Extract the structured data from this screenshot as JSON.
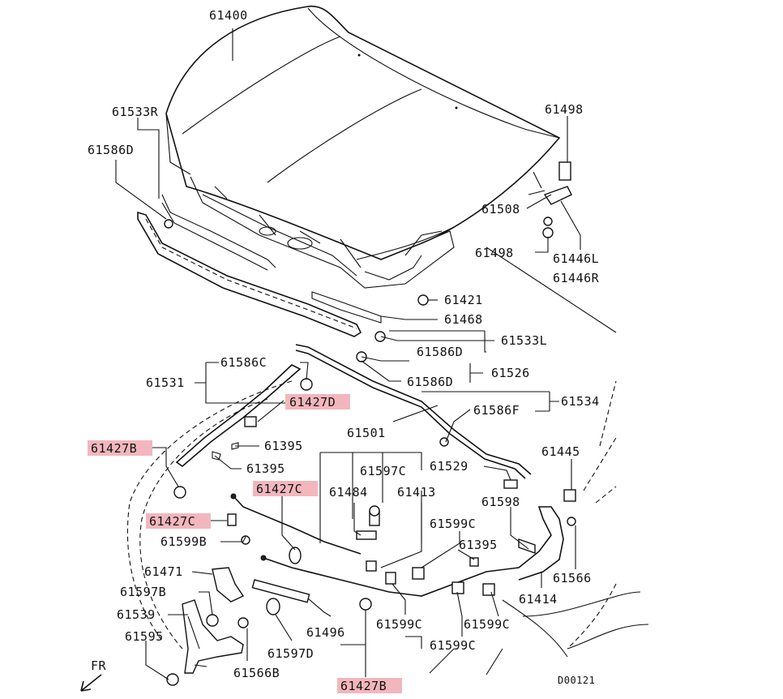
{
  "diagram": {
    "code": "D00121",
    "direction": "FR",
    "labels": [
      {
        "id": "p61400",
        "text": "61400",
        "highlight": false
      },
      {
        "id": "p61533R",
        "text": "61533R",
        "highlight": false
      },
      {
        "id": "p61586D_top",
        "text": "61586D",
        "highlight": false
      },
      {
        "id": "p61498_top",
        "text": "61498",
        "highlight": false
      },
      {
        "id": "p61508",
        "text": "61508",
        "highlight": false
      },
      {
        "id": "p61498_mid",
        "text": "61498",
        "highlight": false
      },
      {
        "id": "p61446L",
        "text": "61446L",
        "highlight": false
      },
      {
        "id": "p61446R",
        "text": "61446R",
        "highlight": false
      },
      {
        "id": "p61421",
        "text": "61421",
        "highlight": false
      },
      {
        "id": "p61468",
        "text": "61468",
        "highlight": false
      },
      {
        "id": "p61533L",
        "text": "61533L",
        "highlight": false
      },
      {
        "id": "p61586D_mid",
        "text": "61586D",
        "highlight": false
      },
      {
        "id": "p61586D_low",
        "text": "61586D",
        "highlight": false
      },
      {
        "id": "p61526",
        "text": "61526",
        "highlight": false
      },
      {
        "id": "p61586C",
        "text": "61586C",
        "highlight": false
      },
      {
        "id": "p61531",
        "text": "61531",
        "highlight": false
      },
      {
        "id": "p61427D",
        "text": "61427D",
        "highlight": true
      },
      {
        "id": "p61534",
        "text": "61534",
        "highlight": false
      },
      {
        "id": "p61586F",
        "text": "61586F",
        "highlight": false
      },
      {
        "id": "p61427B_left",
        "text": "61427B",
        "highlight": true
      },
      {
        "id": "p61395_a",
        "text": "61395",
        "highlight": false
      },
      {
        "id": "p61395_b",
        "text": "61395",
        "highlight": false
      },
      {
        "id": "p61501",
        "text": "61501",
        "highlight": false
      },
      {
        "id": "p61597C",
        "text": "61597C",
        "highlight": false
      },
      {
        "id": "p61529",
        "text": "61529",
        "highlight": false
      },
      {
        "id": "p61445",
        "text": "61445",
        "highlight": false
      },
      {
        "id": "p61427C_mid",
        "text": "61427C",
        "highlight": true
      },
      {
        "id": "p61484",
        "text": "61484",
        "highlight": false
      },
      {
        "id": "p61413",
        "text": "61413",
        "highlight": false
      },
      {
        "id": "p61598",
        "text": "61598",
        "highlight": false
      },
      {
        "id": "p61427C_left",
        "text": "61427C",
        "highlight": true
      },
      {
        "id": "p61599C_a",
        "text": "61599C",
        "highlight": false
      },
      {
        "id": "p61599B",
        "text": "61599B",
        "highlight": false
      },
      {
        "id": "p61395_c",
        "text": "61395",
        "highlight": false
      },
      {
        "id": "p61566",
        "text": "61566",
        "highlight": false
      },
      {
        "id": "p61471",
        "text": "61471",
        "highlight": false
      },
      {
        "id": "p61597B",
        "text": "61597B",
        "highlight": false
      },
      {
        "id": "p61414",
        "text": "61414",
        "highlight": false
      },
      {
        "id": "p61539",
        "text": "61539",
        "highlight": false
      },
      {
        "id": "p61496",
        "text": "61496",
        "highlight": false
      },
      {
        "id": "p61599C_b",
        "text": "61599C",
        "highlight": false
      },
      {
        "id": "p61599C_c",
        "text": "61599C",
        "highlight": false
      },
      {
        "id": "p61595",
        "text": "61595",
        "highlight": false
      },
      {
        "id": "p61597D",
        "text": "61597D",
        "highlight": false
      },
      {
        "id": "p61599C_d",
        "text": "61599C",
        "highlight": false
      },
      {
        "id": "p61566B",
        "text": "61566B",
        "highlight": false
      },
      {
        "id": "p61427B_bottom",
        "text": "61427B",
        "highlight": true
      }
    ],
    "colors": {
      "highlight": "#f2b7bd",
      "ink": "#111111",
      "background": "#ffffff"
    }
  }
}
